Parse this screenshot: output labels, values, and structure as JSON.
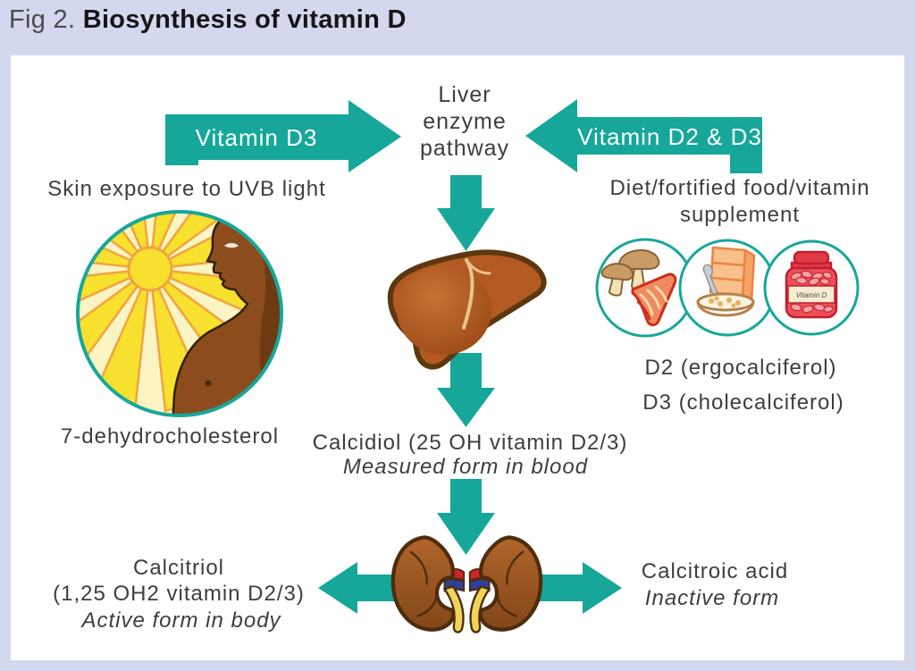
{
  "title": {
    "fig_label": "Fig 2.",
    "text": "Biosynthesis of vitamin D"
  },
  "colors": {
    "teal": "#16a79a",
    "background": "#d4d8ee",
    "panel": "#ffffff",
    "text": "#3e3e40"
  },
  "flow": {
    "top_center": {
      "label": "Liver\nenzyme\npathway"
    },
    "arrow_left": {
      "label": "Vitamin D3"
    },
    "arrow_right": {
      "label": "Vitamin D2 & D3"
    },
    "left_branch": {
      "source_label": "Skin exposure to UVB light",
      "illustration": "sun-and-person-uvb",
      "compound": "7-dehydrocholesterol"
    },
    "right_branch": {
      "source_label": "Diet/fortified food/vitamin\nsupplement",
      "illustrations": [
        "mushrooms-and-salmon",
        "cereal-box-and-bowl",
        "vitamin-d-jar"
      ],
      "d2": "D2 (ergocalciferol)",
      "d3": "D3 (cholecalciferol)",
      "jar_label": "Vitamin D"
    },
    "liver_output": {
      "compound": "Calcidiol (25 OH vitamin D2/3)",
      "note": "Measured form in blood"
    },
    "kidney_left_output": {
      "compound_line1": "Calcitriol",
      "compound_line2": "(1,25 OH2 vitamin D2/3)",
      "note": "Active form in body"
    },
    "kidney_right_output": {
      "compound": "Calcitroic acid",
      "note": "Inactive form"
    }
  }
}
